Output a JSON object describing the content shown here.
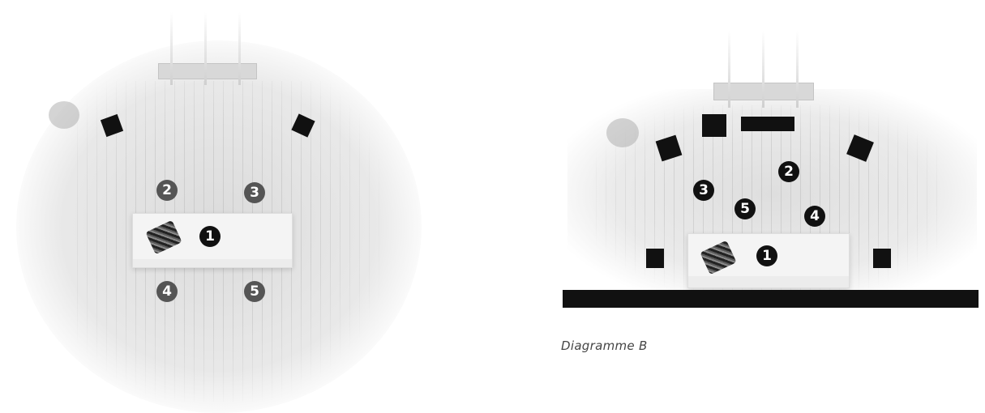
{
  "diagram_a": {
    "markers": [
      "1",
      "2",
      "3",
      "4",
      "5"
    ]
  },
  "diagram_b": {
    "markers": [
      "1",
      "2",
      "3",
      "4",
      "5"
    ],
    "caption": "Diagramme B"
  },
  "colors": {
    "marker_grey": "#555555",
    "marker_black": "#111111",
    "speaker": "#111111",
    "floor": "#c8c8c8"
  }
}
